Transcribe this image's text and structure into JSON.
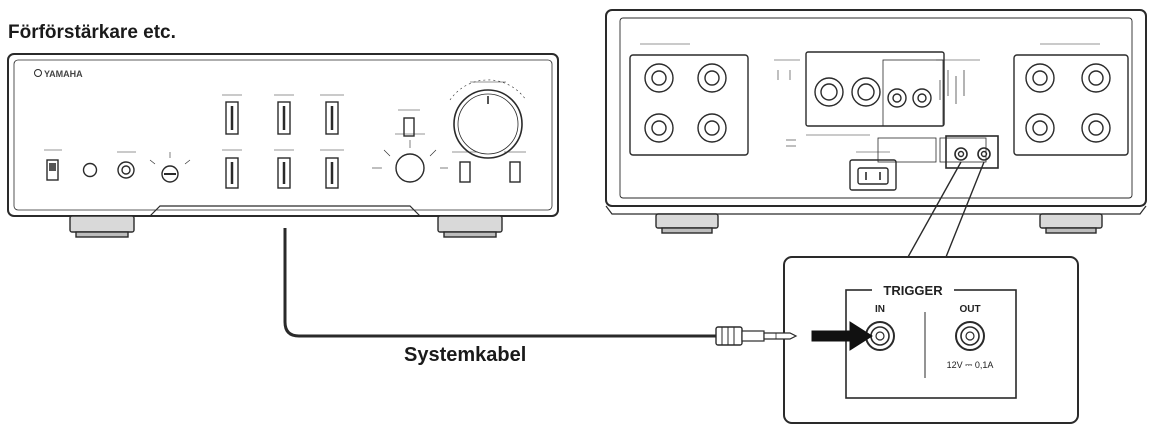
{
  "labels": {
    "preamp_title": "Förförstärkare etc.",
    "cable": "Systemkabel",
    "brand": "YAMAHA",
    "trigger_title": "TRIGGER",
    "trigger_in": "IN",
    "trigger_out": "OUT",
    "trigger_spec": "12V ⎓ 0,1A"
  },
  "colors": {
    "outline": "#2a2a2a",
    "panel_fill": "#ffffff",
    "foot_fill": "#d9d9d9",
    "arrow": "#111111"
  }
}
